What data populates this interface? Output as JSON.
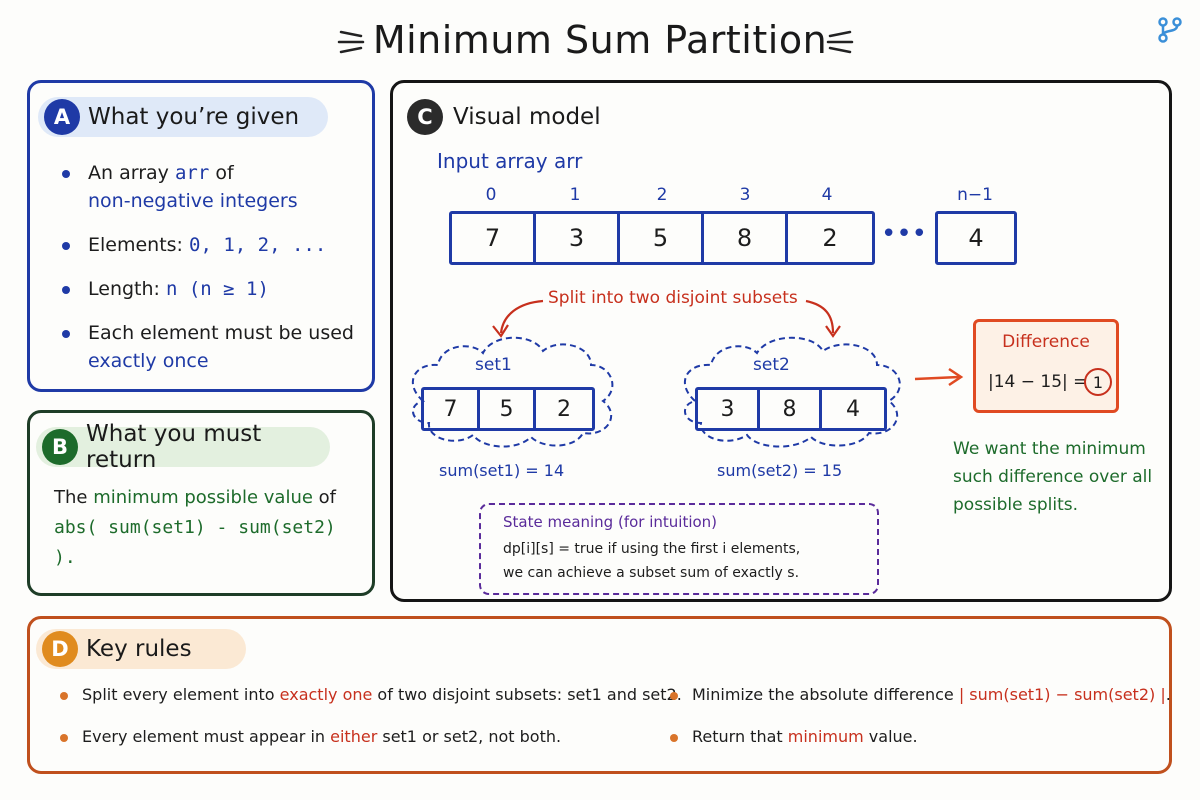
{
  "title": "Minimum Sum Partition",
  "panel_a": {
    "badge": "A",
    "heading": "What you’re given",
    "bullets": [
      {
        "pre": "An array ",
        "code": "arr",
        "mid": " of",
        "line2": "non-negative integers"
      },
      {
        "pre": "Elements: ",
        "code": "0, 1, 2, ..."
      },
      {
        "pre": "Length: ",
        "code": "n (n ≥ 1)"
      },
      {
        "pre": "Each element must be used ",
        "code": "exactly once"
      }
    ]
  },
  "panel_b": {
    "badge": "B",
    "heading": "What you must return",
    "text_pre": "The ",
    "text_highlight": "minimum possible value",
    "text_post": " of",
    "expr": "abs( sum(set1) - sum(set2) )."
  },
  "panel_c": {
    "badge": "C",
    "heading": "Visual model",
    "input_label": "Input array arr",
    "indices": [
      "0",
      "1",
      "2",
      "3",
      "4"
    ],
    "values": [
      "7",
      "3",
      "5",
      "8",
      "2"
    ],
    "ellipsis": "•••",
    "last_index": "n−1",
    "last_value": "4",
    "split_label": "Split into two disjoint subsets",
    "set1": {
      "label": "set1",
      "values": [
        "7",
        "5",
        "2"
      ],
      "sum": "sum(set1) = 14"
    },
    "set2": {
      "label": "set2",
      "values": [
        "3",
        "8",
        "4"
      ],
      "sum": "sum(set2) = 15"
    },
    "difference": {
      "title": "Difference",
      "expr": "|14 − 15| =",
      "result": "1"
    },
    "want_text": "We want the minimum such difference over all possible splits.",
    "state": {
      "title": "State meaning (for intuition)",
      "line1": "dp[i][s] = true if using the first i elements,",
      "line2": "we can achieve a subset sum of exactly s."
    }
  },
  "panel_d": {
    "badge": "D",
    "heading": "Key rules",
    "rules": [
      {
        "pre": "Split every element into ",
        "highlight": "exactly one",
        "post": " of two disjoint subsets: set1 and set2."
      },
      {
        "pre": "Every element must appear in ",
        "highlight": "either",
        "post": " set1 or set2, not both."
      },
      {
        "pre": "Minimize the absolute difference ",
        "highlight": "| sum(set1) − sum(set2) |",
        "post": "."
      },
      {
        "pre": "Return that ",
        "highlight": "minimum",
        "post": " value."
      }
    ]
  },
  "colors": {
    "blue": "#1f3aa6",
    "green": "#1d6b2b",
    "red": "#c7301d",
    "orange": "#e08b1e",
    "purple": "#5a2b9a"
  },
  "icons": {
    "logo": "branch-icon"
  }
}
